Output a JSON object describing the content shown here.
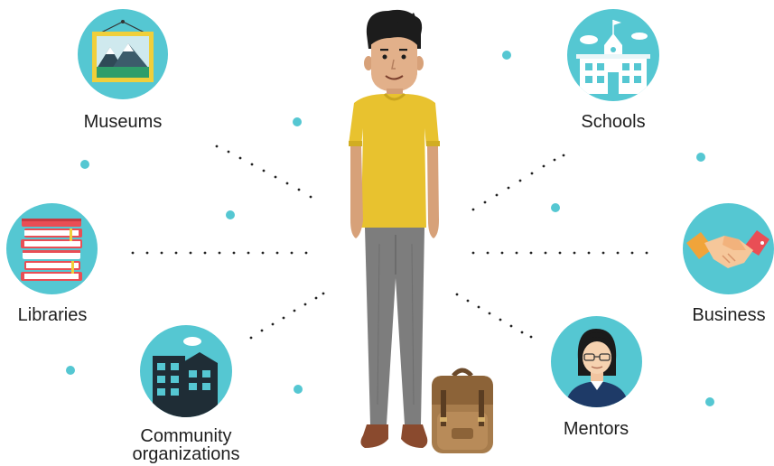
{
  "nodes": {
    "museums": {
      "label": "Museums"
    },
    "schools": {
      "label": "Schools"
    },
    "libraries": {
      "label": "Libraries"
    },
    "business": {
      "label": "Business"
    },
    "community": {
      "label_line1": "Community",
      "label_line2": "organizations"
    },
    "mentors": {
      "label": "Mentors"
    }
  },
  "icons": {
    "museums": "framed-mountain-painting-icon",
    "schools": "school-building-icon",
    "libraries": "book-stack-icon",
    "business": "handshake-icon",
    "community": "city-buildings-icon",
    "mentors": "mentor-person-icon",
    "center": "student-figure",
    "bag": "backpack"
  },
  "colors": {
    "accent_teal": "#55c7d2",
    "shirt_yellow": "#e8c22f",
    "pants_gray": "#7d7d7d",
    "text": "#1f1f1f"
  }
}
